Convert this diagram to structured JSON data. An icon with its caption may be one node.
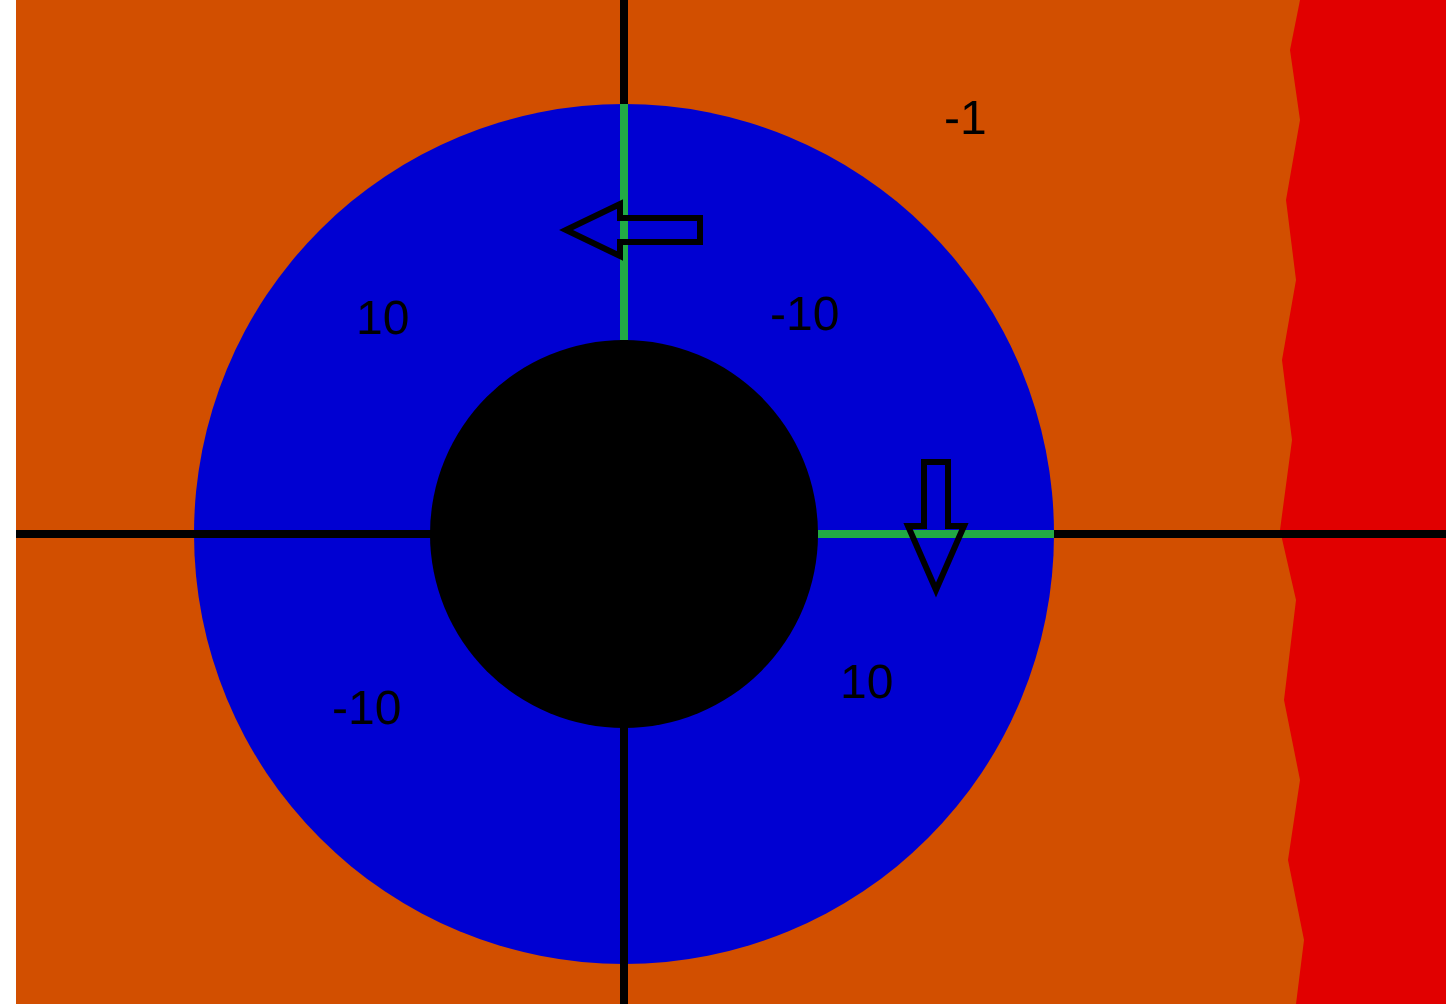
{
  "diagram": {
    "labels": [
      "-1",
      "10",
      "-10",
      "-10",
      "10"
    ]
  }
}
